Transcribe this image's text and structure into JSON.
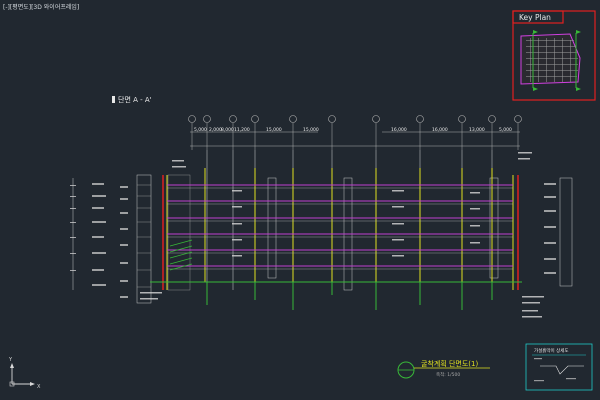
{
  "viewport": {
    "label": "[-][평면도][3D 와이어프레임]"
  },
  "section": {
    "title": "단면 A - A'"
  },
  "key_plan": {
    "title": "Key Plan"
  },
  "dimensions": {
    "left": [
      "5,000",
      "2,000",
      "8,000",
      "11,200",
      "15,000",
      "15,000"
    ],
    "right": [
      "16,000",
      "16,000",
      "13,000",
      "5,000"
    ]
  },
  "drawing_title": {
    "main": "굴착계획 단면도(1)",
    "scale": "축척: 1/500"
  },
  "detail_box": {
    "title": "가설흙막이 상세도"
  },
  "ucs": {
    "x_label": "X",
    "y_label": "Y"
  },
  "colors": {
    "background": "#212830",
    "magenta": "#c040d0",
    "green": "#38b838",
    "yellow": "#e0e020",
    "red": "#e02020",
    "cyan": "#20c8c8",
    "white": "#e8e8e8"
  }
}
